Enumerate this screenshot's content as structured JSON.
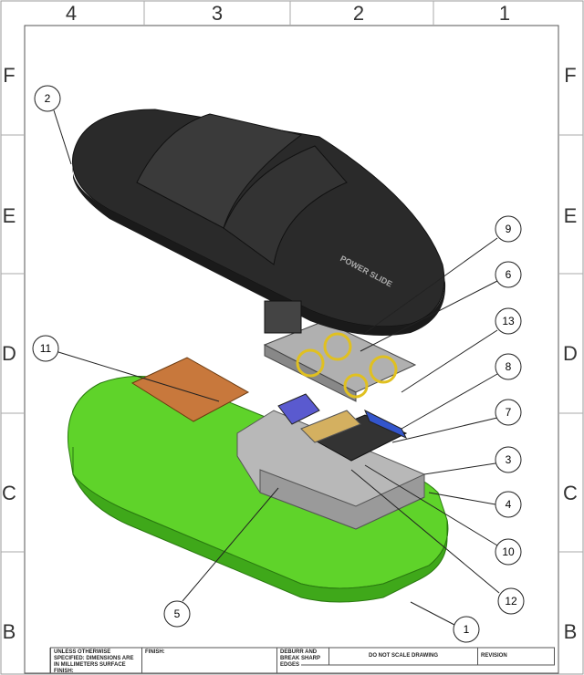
{
  "sheet": {
    "columns": [
      "4",
      "3",
      "2",
      "1"
    ],
    "rows": [
      "F",
      "E",
      "D",
      "C",
      "B"
    ]
  },
  "product_logo_text": "POWER SLIDE",
  "balloons": [
    "1",
    "2",
    "3",
    "4",
    "5",
    "6",
    "7",
    "8",
    "9",
    "10",
    "11",
    "12",
    "13"
  ],
  "title_block": {
    "tolerance_note": "Unless otherwise specified: dimensions are in millimeters surface finish:",
    "finish_label": "Finish:",
    "deburr_note": "Deburr and break sharp edges",
    "scale_note": "Do not scale drawing",
    "revision_label": "Revision"
  },
  "colors": {
    "base": "#5fd32a",
    "slipper": "#2a2a2a",
    "pad": "#c8783c",
    "housing": "#b8b8b8"
  }
}
